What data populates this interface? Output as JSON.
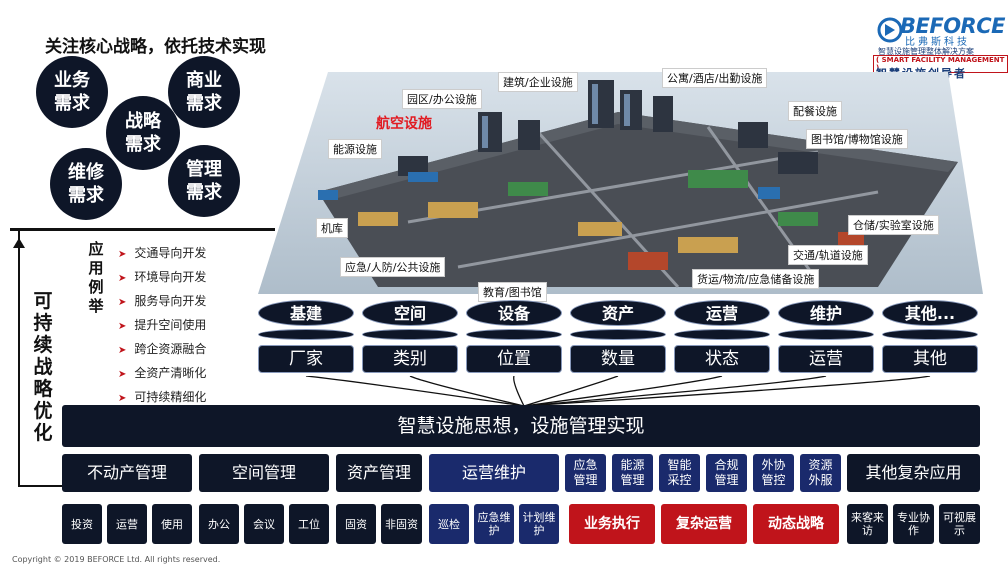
{
  "header": {
    "title": "关注核心战略，依托技术实现"
  },
  "circles": {
    "business": "业务\n需求",
    "commercial": "商业\n需求",
    "strategy": "战略\n需求",
    "maintenance": "维修\n需求",
    "management": "管理\n需求"
  },
  "logo": {
    "name": "BEFORCE",
    "cn_name": "比弗斯科技",
    "subtitle": "智慧设施管理整体解决方案",
    "en_tag": "( SMART FACILITY MANAGEMENT )",
    "slogan": "智慧设施创导者"
  },
  "city_labels": {
    "construction": "建筑/企业设施",
    "apartment": "公寓/酒店/出勤设施",
    "park": "园区/办公设施",
    "aviation": "航空设施",
    "catering": "配餐设施",
    "library": "图书馆/博物馆设施",
    "energy": "能源设施",
    "hangar": "机库",
    "warehouse": "仓储/实验室设施",
    "transport": "交通/轨道设施",
    "emergency": "应急/人防/公共设施",
    "logistics": "货运/物流/应急储备设施",
    "education": "教育/图书馆"
  },
  "side": {
    "vertical_title": "可持续战略优化",
    "app_title": "应用例举",
    "app_items": [
      "交通导向开发",
      "环境导向开发",
      "服务导向开发",
      "提升空间使用",
      "跨企资源融合",
      "全资产清晰化",
      "可持续精细化"
    ]
  },
  "categories": [
    {
      "top": "基建",
      "bottom": "厂家"
    },
    {
      "top": "空间",
      "bottom": "类别"
    },
    {
      "top": "设备",
      "bottom": "位置"
    },
    {
      "top": "资产",
      "bottom": "数量"
    },
    {
      "top": "运营",
      "bottom": "状态"
    },
    {
      "top": "维护",
      "bottom": "运营"
    },
    {
      "top": "其他...",
      "bottom": "其他"
    }
  ],
  "banner": "智慧设施思想，设施管理实现",
  "modules": {
    "real_estate": "不动产管理",
    "space": "空间管理",
    "asset": "资产管理",
    "operations": "运营维护",
    "emergency": "应急\n管理",
    "energy": "能源\n管理",
    "smart_control": "智能\n采控",
    "compliance": "合规\n管理",
    "outsourcing": "外协\n管控",
    "resource": "资源\n外服",
    "other": "其他复杂应用"
  },
  "subs": {
    "invest": "投资",
    "operate": "运营",
    "use": "使用",
    "office": "办公",
    "meeting": "会议",
    "workstation": "工位",
    "fixed_asset": "固资",
    "non_fixed": "非固资",
    "inspection": "巡检",
    "emergency_maint": "应急维\n护",
    "planned_maint": "计划维\n护",
    "execution": "业务执行",
    "complex_ops": "复杂运营",
    "dynamic_strategy": "动态战略",
    "visitor": "来客来\n访",
    "collab": "专业协\n作",
    "visual": "可视展\n示"
  },
  "copyright": "Copyright © 2019 BEFORCE Ltd. All rights reserved."
}
